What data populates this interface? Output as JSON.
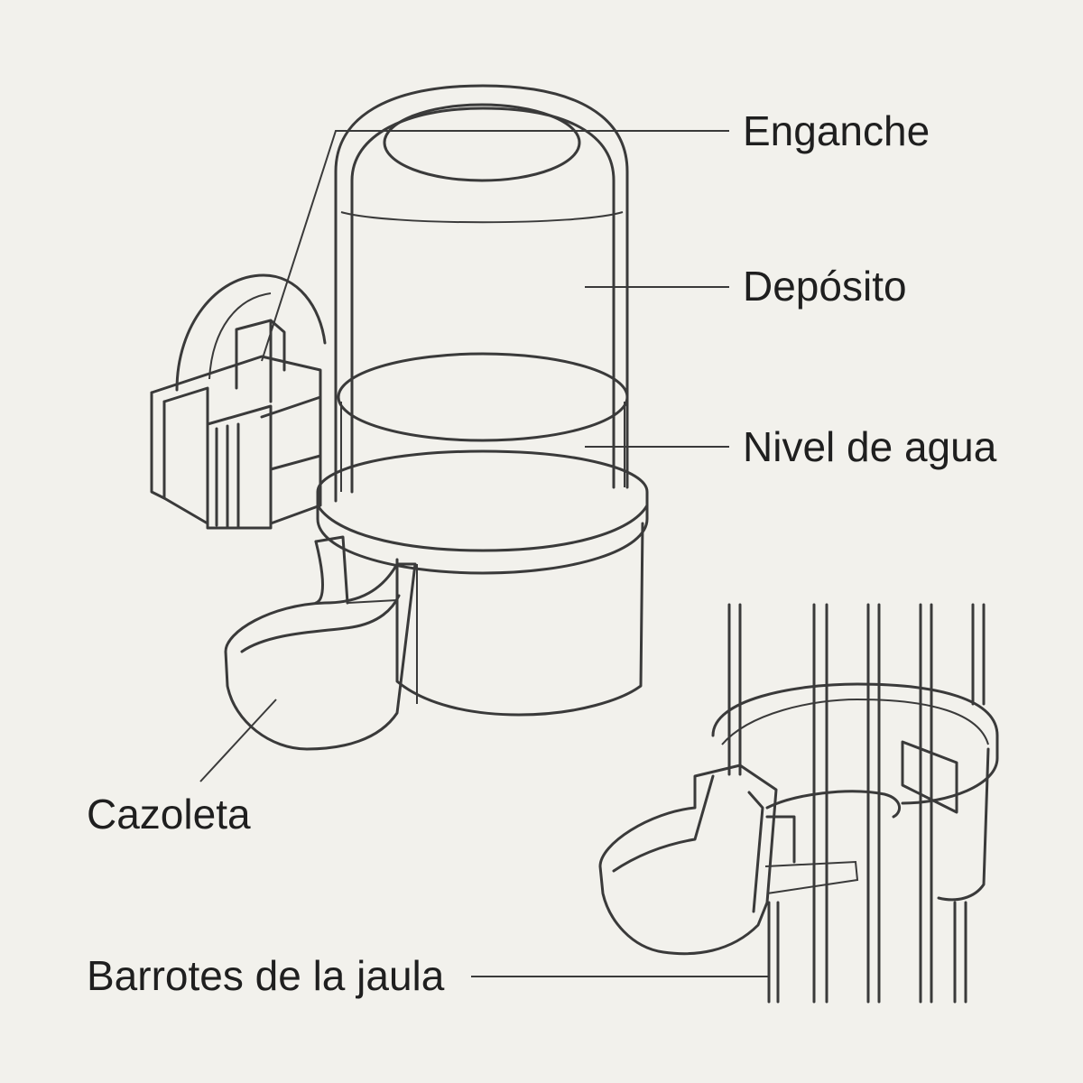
{
  "labels": {
    "enganche": "Enganche",
    "deposito": "Depósito",
    "nivel_agua": "Nivel de agua",
    "cazoleta": "Cazoleta",
    "barrotes": "Barrotes de la jaula"
  },
  "colors": {
    "background": "#f2f1ec",
    "stroke": "#3a3a3a",
    "text": "#1f1f1f"
  }
}
